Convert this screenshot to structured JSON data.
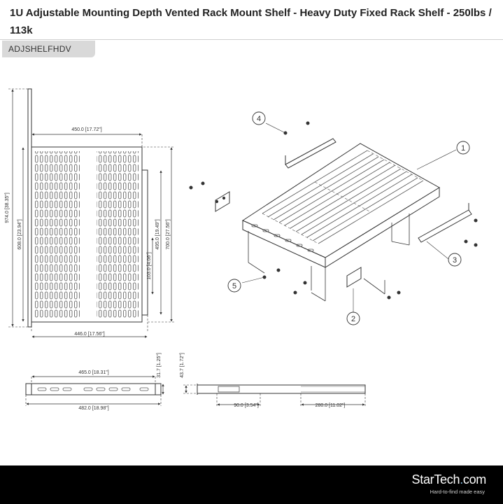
{
  "title": "1U Adjustable Mounting Depth Vented Rack Mount Shelf - Heavy Duty Fixed Rack Shelf - 250lbs / 113k",
  "sku": "ADJSHELFHDV",
  "dimensions": {
    "top_width": "450.0 [17.72\"]",
    "overall_depth": "974.0 [38.35\"]",
    "inner_depth": "608.0 [23.94\"]",
    "rear_depth": "700.0 [27.56\"]",
    "slot_depth": "495.0 [19.49\"]",
    "small_depth": "103.0 [4.06\"]",
    "bottom_width": "446.0 [17.56\"]",
    "front_inner_width": "465.0 [18.31\"]",
    "front_outer_width": "482.0 [18.98\"]",
    "front_height": "31.7 [1.25\"]",
    "side_height": "43.7 [1.72\"]",
    "side_short": "90.0 [3.54\"]",
    "side_long": "280.0 [11.02\"]"
  },
  "callouts": [
    "1",
    "2",
    "3",
    "4",
    "5"
  ],
  "brand": {
    "logo_main": "StarTech",
    "logo_dot": ".",
    "logo_tld": "com",
    "tagline": "Hard-to-find made easy",
    "footer_color": "#000000"
  }
}
